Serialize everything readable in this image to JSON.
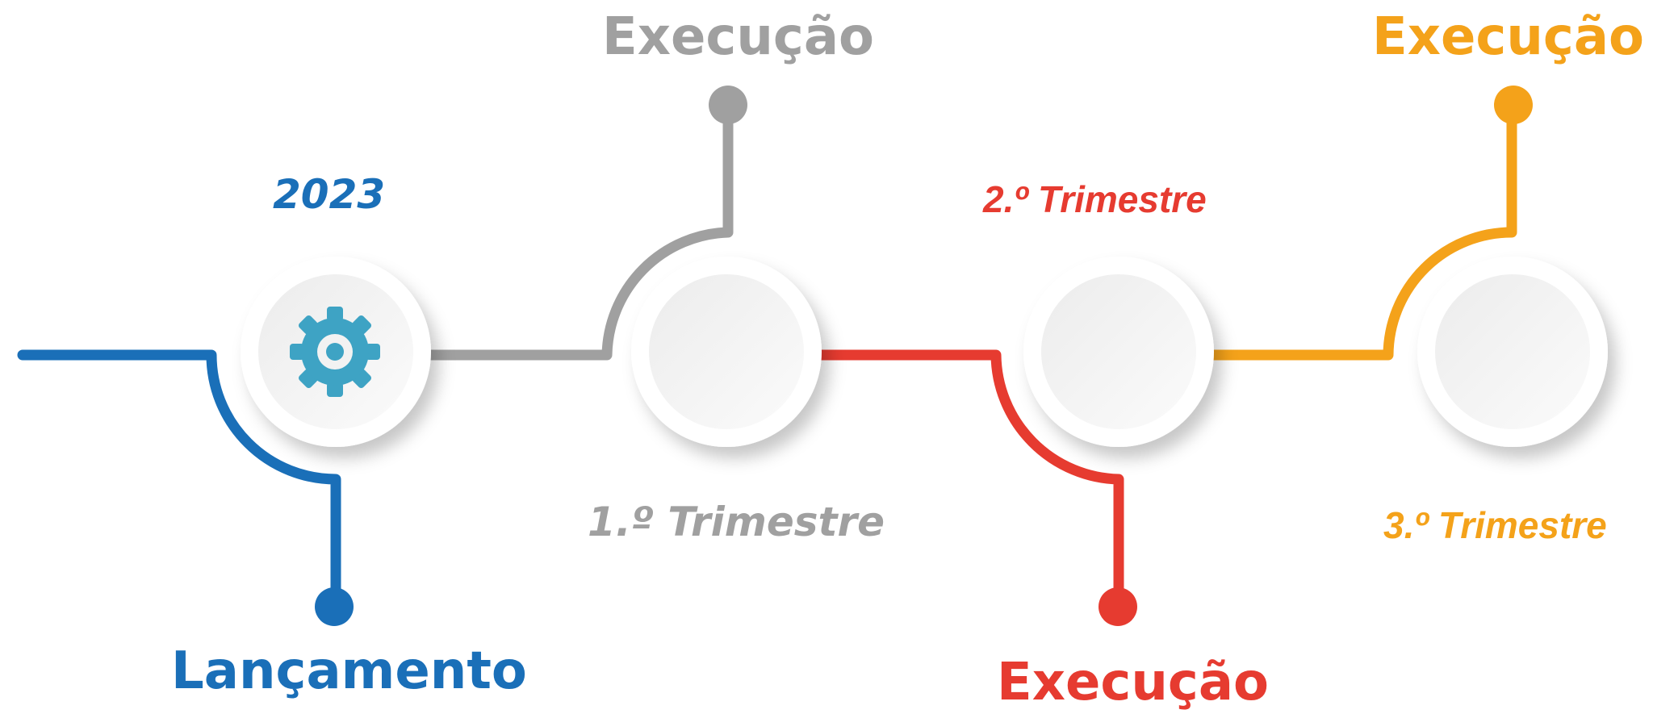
{
  "colors": {
    "blue": "#1a6fb8",
    "gray": "#a0a0a0",
    "red": "#e63b30",
    "orange": "#f4a21a",
    "gear": "#3ea3c4"
  },
  "milestones": [
    {
      "date": "2023",
      "title": "Lançamento",
      "icon": "gear-icon"
    },
    {
      "date": "1.º Trimestre",
      "title": "Execução"
    },
    {
      "date": "2.º Trimestre",
      "title": "Execução"
    },
    {
      "date": "3.º Trimestre",
      "title": "Execução"
    }
  ]
}
